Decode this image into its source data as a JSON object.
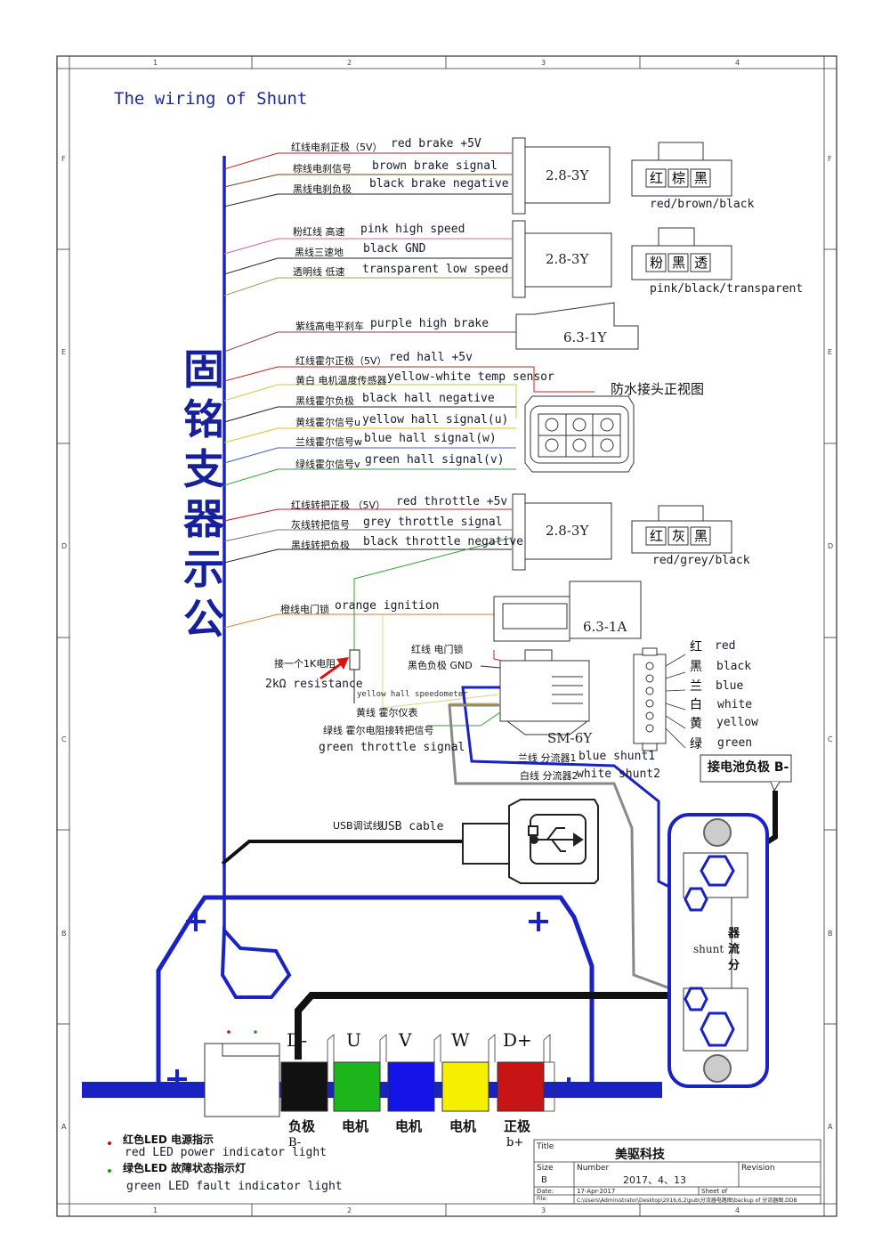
{
  "title": "The wiring of Shunt",
  "vertical_title": [
    "固",
    "铭",
    "支",
    "器",
    "示",
    "公"
  ],
  "ruler": {
    "cols": [
      "1",
      "2",
      "3",
      "4"
    ],
    "rows": [
      "F",
      "E",
      "D",
      "C",
      "B",
      "A"
    ]
  },
  "wires": [
    {
      "zh": "红线电刹正极（5V）",
      "en": "red brake +5V"
    },
    {
      "zh": "棕线电刹信号",
      "en": "brown brake signal"
    },
    {
      "zh": "黑线电刹负极",
      "en": "black brake negative"
    },
    {
      "zh": "粉红线 高速",
      "en": "pink high speed"
    },
    {
      "zh": "黑线三速地",
      "en": "black GND"
    },
    {
      "zh": "透明线 低速",
      "en": "transparent low speed"
    },
    {
      "zh": "紫线高电平刹车",
      "en": "purple high brake"
    },
    {
      "zh": "红线霍尔正极（5V）",
      "en": "red hall +5v"
    },
    {
      "zh": "黄白 电机温度传感器",
      "en": "yellow-white temp sensor"
    },
    {
      "zh": "黑线霍尔负极",
      "en": "black hall negative"
    },
    {
      "zh": "黄线霍尔信号u",
      "en": "yellow hall signal(u)"
    },
    {
      "zh": "兰线霍尔信号w",
      "en": "blue hall signal(w)"
    },
    {
      "zh": "绿线霍尔信号v",
      "en": "green hall signal(v)"
    },
    {
      "zh": "红线转把正极 （5V）",
      "en": "red throttle +5v"
    },
    {
      "zh": "灰线转把信号",
      "en": "grey throttle signal"
    },
    {
      "zh": "黑线转把负极",
      "en": "black throttle negative"
    },
    {
      "zh": "橙线电门锁",
      "en": "orange ignition"
    }
  ],
  "connectors": {
    "brake": "2.8-3Y",
    "speed": "2.8-3Y",
    "purple": "6.3-1Y",
    "throttle": "2.8-3Y",
    "ignition": "6.3-1A",
    "sm6y": "SM-6Y"
  },
  "plug_labels": {
    "brake": [
      "红",
      "棕",
      "黑"
    ],
    "brake_en": "red/brown/black",
    "speed": [
      "粉",
      "黑",
      "透"
    ],
    "speed_en": "pink/black/transparent",
    "throttle": [
      "红",
      "灰",
      "黑"
    ],
    "throttle_en": "red/grey/black"
  },
  "waterproof_label": "防水接头正视图",
  "sm6y_wires": {
    "red_zh": "红线 电门锁",
    "gnd_zh": "黑色负极 GND",
    "speedo_en": "yellow hall speedometer",
    "speedo_zh": "黄线 霍尔仪表",
    "gthrottle_zh": "绿线 霍尔电阻接转把信号",
    "gthrottle_en": "green throttle signal",
    "shunt1_zh": "兰线 分流器1",
    "shunt1_en": "blue shunt1",
    "shunt2_zh": "白线 分流器2",
    "shunt2_en": "white shunt2"
  },
  "resistor": {
    "zh": "接一个1K电阻",
    "en": "2kΩ resistance"
  },
  "six_pin_legend": [
    {
      "zh": "红",
      "en": "red"
    },
    {
      "zh": "黑",
      "en": "black"
    },
    {
      "zh": "兰",
      "en": "blue"
    },
    {
      "zh": "白",
      "en": "white"
    },
    {
      "zh": "黄",
      "en": "yellow"
    },
    {
      "zh": "绿",
      "en": "green"
    }
  ],
  "battery_neg": "接电池负极 B-",
  "usb": {
    "zh": "USB调试线",
    "en": "USB cable"
  },
  "shunt_label": "shunt",
  "shunt_zh": [
    "器",
    "流",
    "分"
  ],
  "terminals": [
    {
      "label": "D-",
      "color": "#111111",
      "zh": "负极",
      "sub": "B-"
    },
    {
      "label": "U",
      "color": "#1cb51c",
      "zh": "电机",
      "sub": ""
    },
    {
      "label": "V",
      "color": "#1414e8",
      "zh": "电机",
      "sub": ""
    },
    {
      "label": "W",
      "color": "#f6ef00",
      "zh": "电机",
      "sub": ""
    },
    {
      "label": "D+",
      "color": "#c81414",
      "zh": "正极",
      "sub": "b+"
    }
  ],
  "led": {
    "red_zh": "红色LED 电源指示",
    "red_en": "red LED power indicator light",
    "green_zh": "绿色LED 故障状态指示灯",
    "green_en": "green LED fault indicator light"
  },
  "title_block": {
    "title_label": "Title",
    "company": "美驱科技",
    "size_label": "Size",
    "size": "B",
    "number_label": "Number",
    "number": "2017、4、13",
    "revision_label": "Revision",
    "date_label": "Date:",
    "date": "17-Apr-2017",
    "sheet_label": "Sheet  of",
    "file_label": "File:",
    "file": "C:\\Users\\Administrator\\Desktop\\2016,6,2\\pub\\分流器电路图\\backup of 分流器图.DDB"
  },
  "colors": {
    "controller_blue": "#1a22c4",
    "title_blue": "#1f2a9a",
    "frame": "#333333"
  }
}
